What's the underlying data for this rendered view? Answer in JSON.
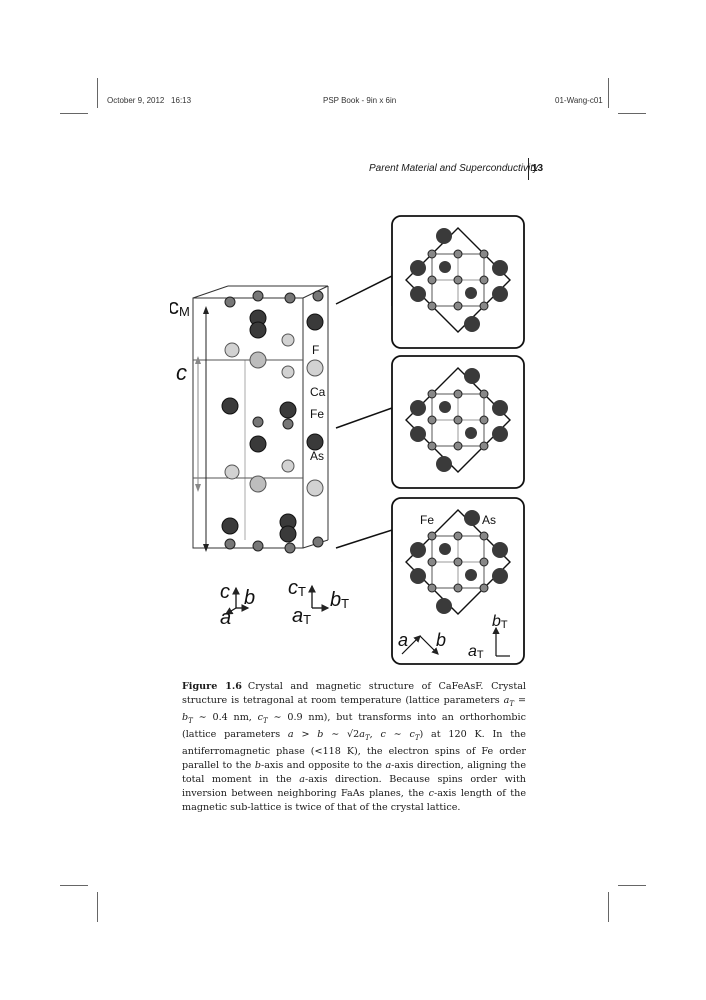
{
  "header": {
    "date": "October 9, 2012",
    "time": "16:13",
    "book": "PSP Book - 9in x 6in",
    "chapter_code": "01-Wang-c01"
  },
  "running_head": {
    "title": "Parent Material and Superconductivity",
    "page_number": "13"
  },
  "figure": {
    "structure_labels": {
      "cm": "c",
      "cm_sub": "M",
      "c": "c",
      "F": "F",
      "Ca": "Ca",
      "Fe": "Fe",
      "As": "As"
    },
    "axes_left": {
      "c": "c",
      "b": "b",
      "a": "a"
    },
    "axes_mid": {
      "c": "c",
      "c_sub": "T",
      "b": "b",
      "b_sub": "T",
      "a": "a",
      "a_sub": "T"
    },
    "panel3_labels": {
      "Fe": "Fe",
      "As": "As"
    },
    "panel3_axes": {
      "a": "a",
      "b": "b",
      "aT": "a",
      "aT_sub": "T",
      "bT": "b",
      "bT_sub": "T"
    }
  },
  "caption": {
    "label": "Figure 1.6",
    "line1": "Crystal and magnetic structure of CaFeAsF. Crystal structure is tetragonal at room temperature (lattice parameters a",
    "text": "Crystal and magnetic structure of CaFeAsF. Crystal structure is tetragonal at room temperature (lattice parameters a_T = b_T ∼ 0.4 nm, c_T ∼ 0.9 nm), but transforms into an orthorhombic (lattice parameters a > b ∼ √2a_T, c ∼ c_T) at 120 K. In the antiferromagnetic phase (<118 K), the electron spins of Fe order parallel to the b-axis and opposite to the a-axis direction, aligning the total moment in the a-axis direction. Because spins order with inversion between neighboring FaAs planes, the c-axis length of the magnetic sub-lattice is twice of that of the crystal lattice."
  },
  "colors": {
    "dark_atom": "#3a3a3a",
    "mid_atom": "#7a7a7a",
    "light_atom": "#d2d2d2",
    "line": "#222222"
  }
}
